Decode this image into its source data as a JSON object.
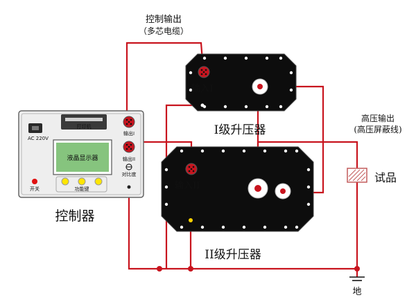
{
  "labels": {
    "control_output": "控制输出",
    "multicore_cable": "（多芯电缆）",
    "input_1": "输入I",
    "transformer_1": "I级升压器",
    "input_2": "输入II",
    "transformer_2": "II级升压器",
    "hv_output": "高压输出",
    "hv_shield": "(高压屏蔽线)",
    "test_object": "试品",
    "controller": "控制器",
    "ground": "地",
    "printer": "打印机",
    "ac_power": "AC 220V",
    "lcd": "液晶显示器",
    "output_1": "输出I",
    "output_2": "输出II",
    "contrast": "对比度",
    "power_switch": "开关",
    "function_keys": "功能键"
  },
  "colors": {
    "wire": "#c8141e",
    "panel": "#0d0d0d",
    "controller_body": "#eeeeee",
    "lcd": "#86c47e",
    "keys": "#ffe600",
    "shield": "#c25a5a"
  }
}
